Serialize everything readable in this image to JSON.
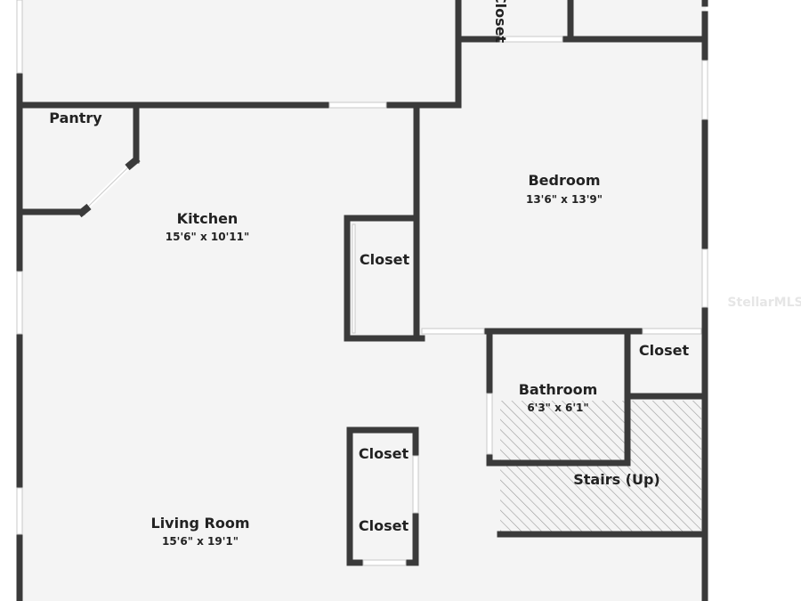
{
  "floorplan": {
    "colors": {
      "wall": "#3a3a3a",
      "floor": "#f4f4f4",
      "background": "#ffffff",
      "hatch": "#9a9a9a"
    },
    "rooms": {
      "top_closet": {
        "label": "Closet"
      },
      "pantry": {
        "label": "Pantry"
      },
      "kitchen": {
        "label": "Kitchen",
        "dimensions": "15'6\" x 10'11\""
      },
      "bedroom": {
        "label": "Bedroom",
        "dimensions": "13'6\" x 13'9\""
      },
      "kitchen_closet": {
        "label": "Closet"
      },
      "bathroom": {
        "label": "Bathroom",
        "dimensions": "6'3\" x 6'1\""
      },
      "bedroom_closet": {
        "label": "Closet"
      },
      "stairs": {
        "label": "Stairs (Up)"
      },
      "living_closet_upper": {
        "label": "Closet"
      },
      "living_closet_lower": {
        "label": "Closet"
      },
      "living_room": {
        "label": "Living Room",
        "dimensions": "15'6\" x 19'1\""
      }
    },
    "watermark": "StellarMLS"
  }
}
